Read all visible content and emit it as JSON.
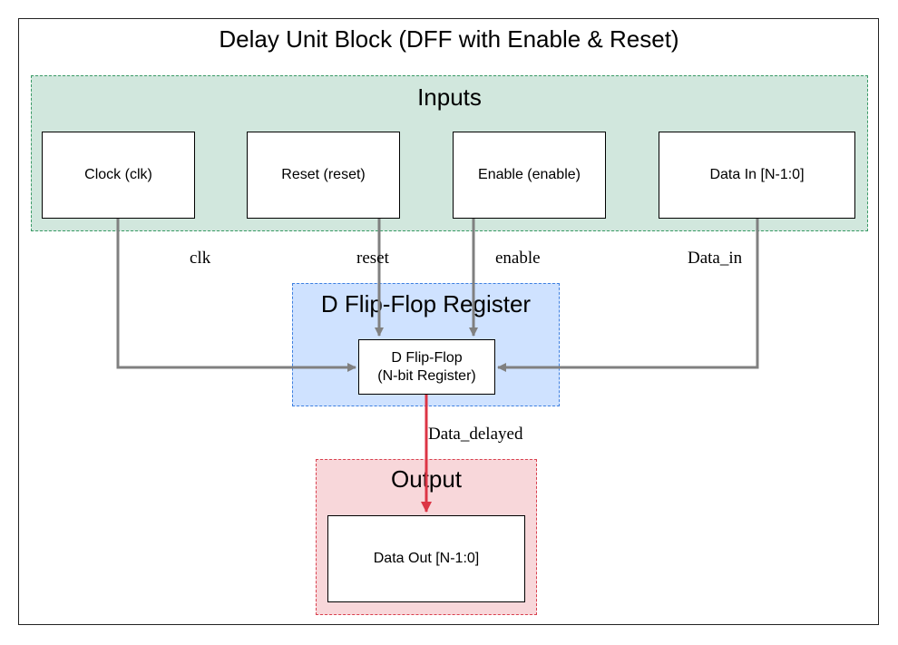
{
  "title": "Delay Unit Block (DFF with Enable & Reset)",
  "clusters": {
    "inputs": "Inputs",
    "register": "D Flip-Flop Register",
    "output": "Output"
  },
  "nodes": {
    "clock": "Clock (clk)",
    "reset": "Reset (reset)",
    "enable": "Enable (enable)",
    "data_in": "Data In [N-1:0]",
    "dff_line1": "D Flip-Flop",
    "dff_line2": "(N-bit Register)",
    "data_out": "Data Out [N-1:0]"
  },
  "edges": {
    "clk": "clk",
    "reset": "reset",
    "enable": "enable",
    "data_in": "Data_in",
    "data_delayed": "Data_delayed"
  },
  "colors": {
    "input_wire": "#808080",
    "output_wire": "#dc3545",
    "inputs_fill": "#d1e7dd",
    "register_fill": "#cfe2ff",
    "output_fill": "#f8d7da"
  }
}
